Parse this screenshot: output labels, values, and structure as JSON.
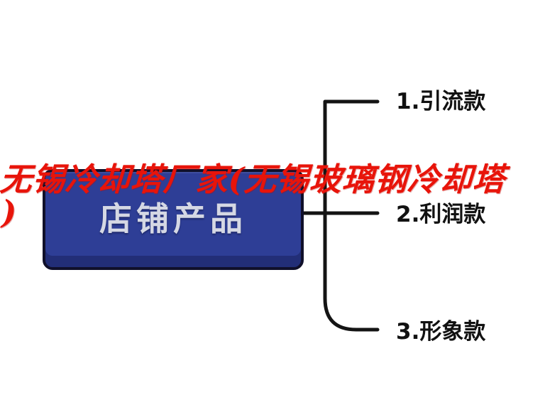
{
  "diagram": {
    "watermark": {
      "line1": "无锡冷却塔厂家(无锡玻璃钢冷却塔",
      "line2": ")"
    },
    "root": {
      "label": "店铺产品"
    },
    "branches": [
      {
        "label": "1.引流款"
      },
      {
        "label": "2.利润款"
      },
      {
        "label": "3.形象款"
      }
    ]
  },
  "colors": {
    "background": "#ffffff",
    "box-fill": "#2e3e96",
    "box-border": "#10102a",
    "box-text": "#d5d8e4",
    "watermark-red": "#e8140a",
    "line": "#141414",
    "branch-text": "#111111"
  }
}
